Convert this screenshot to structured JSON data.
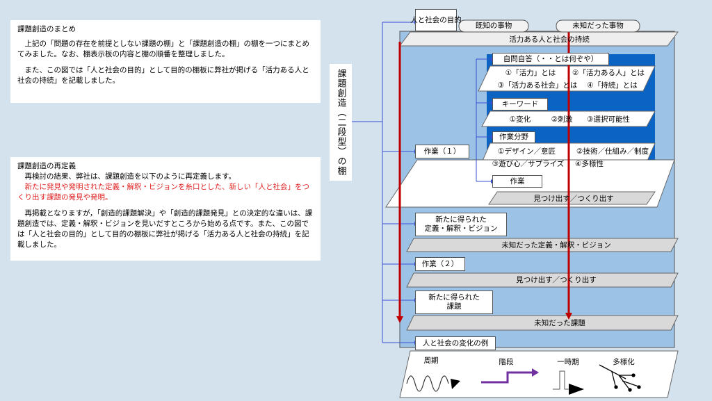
{
  "summary_note": {
    "title": "課題創造のまとめ",
    "p1": "上記の「問題の存在を前提としない課題の棚」と「課題創造の棚」の棚を一つにまとめてみました。なお、棚表示板の内容と棚の順番を整理しました。",
    "p2": "また、この図では「人と社会の目的」として目的の棚板に弊社が掲げる「活力ある人と社会の持続」を記載しました。"
  },
  "redefinition_note": {
    "title": "課題創造の再定義",
    "p1": "再検討の結果、弊社は、課題創造を以下のように再定義します。",
    "p1_red": "新たに発見や発明された定義・解釈・ビジョンを糸口とした、新しい「人と社会」をつくり出す課題の発見や発明。",
    "p2": "再掲載となりますが，「創造的課題解決」や「創造的課題発見」との決定的な違いは、課題創造では、定義・解釈・ビジョンを見いだすところから始める点です。また、この図では「人と社会の目的」として目的の棚板に弊社が掲げる「活力ある人と社会の持続」を記載しました。"
  },
  "diagram": {
    "vertical_title": "課題創造（二段型）の棚",
    "purpose_label": "人と社会の目的",
    "known_header": "既知の事物",
    "unknown_header": "未知だった事物",
    "purpose_shelf": "活力ある人と社会の持続",
    "self_question": "自問自答（・・とは何ぞや）",
    "q_items": [
      "①「活力」とは",
      "②「活力ある人」とは",
      "③「活力ある社会」とは",
      "④「持続」とは"
    ],
    "keyword_label": "キーワード",
    "keywords": [
      "①変化",
      "②刺激",
      "③選択可能性"
    ],
    "field_label": "作業分野",
    "fields": [
      "①デザイン／意匠",
      "②技術／仕組み／制度",
      "③遊び心／サプライズ",
      "④多様性"
    ],
    "sagyo_label": "作業",
    "work1_label": "作業（１）",
    "work1_shelf": "見つけ出す／つくり出す",
    "new_def_label": "新たに得られた\n定義・解釈・ビジョン",
    "new_def_shelf": "未知だった定義・解釈・ビジョン",
    "work2_label": "作業（２）",
    "work2_shelf": "見つけ出す／つくり出す",
    "new_task_label": "新たに得られた\n課題",
    "new_task_shelf": "未知だった課題",
    "change_label": "人と社会の変化の例",
    "change_types": [
      "周期",
      "階段",
      "一時期",
      "多様化"
    ]
  }
}
